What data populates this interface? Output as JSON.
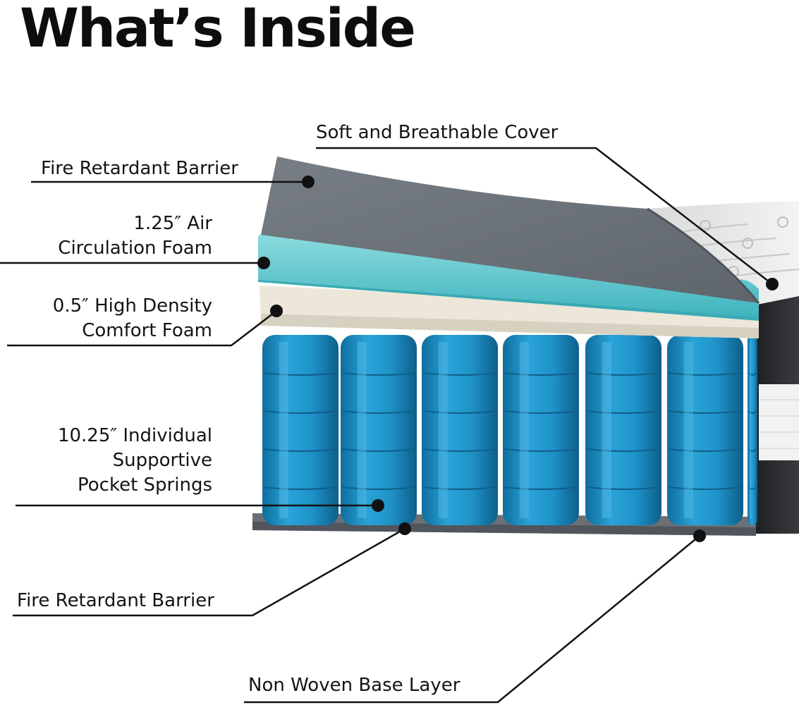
{
  "title": "What’s Inside",
  "labels": {
    "cover": "Soft and Breathable Cover",
    "fire_barrier_top": "Fire Retardant Barrier",
    "air_foam": [
      "1.25″ Air",
      "Circulation Foam"
    ],
    "comfort_foam": [
      "0.5″ High Density",
      "Comfort Foam"
    ],
    "springs": [
      "10.25″ Individual",
      "Supportive",
      "Pocket Springs"
    ],
    "fire_barrier_bottom": "Fire Retardant Barrier",
    "base_layer": "Non Woven Base Layer"
  },
  "colors": {
    "cover": "#e6e6e6",
    "fire_barrier_sheet": "#6c7279",
    "air_foam": "#5ec6cc",
    "comfort_foam": "#ece7d9",
    "springs": "#1f8ec4",
    "side_panel": "#2e2f31",
    "leader_line": "#111111"
  }
}
